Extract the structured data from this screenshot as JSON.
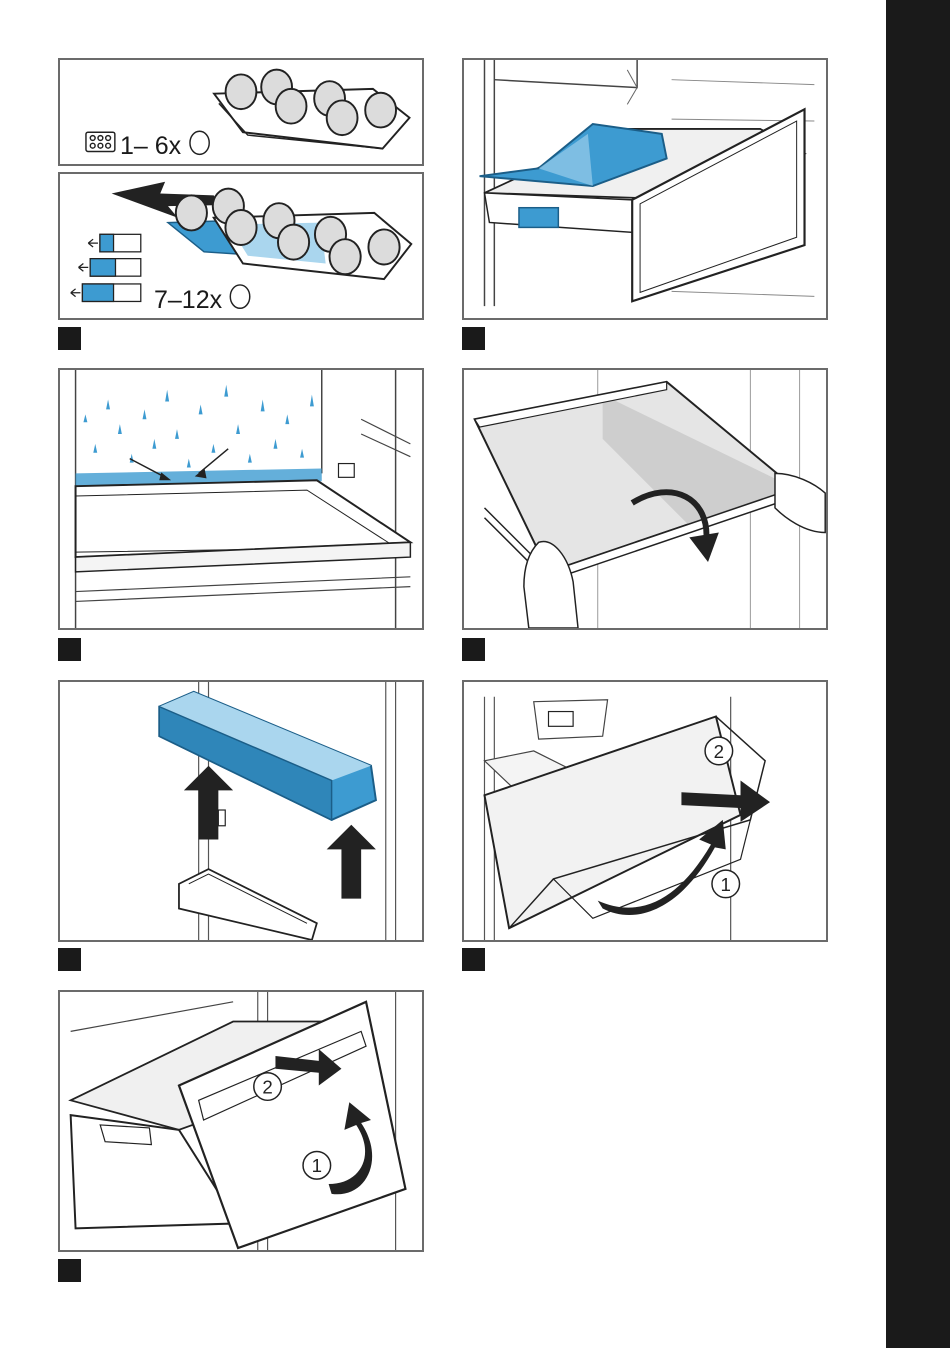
{
  "panels": {
    "eggs_small": {
      "count_label": "1– 6x"
    },
    "eggs_large": {
      "count_label": "7–12x"
    }
  },
  "colors": {
    "accent_blue": "#3d9bd1",
    "accent_blue_light": "#aad6ee",
    "frame_gray": "#6b6b6b",
    "step_marker": "#1a1a1a",
    "sidebar": "#1a1a1a",
    "glass_gray": "#c8c8c8"
  },
  "markers": {
    "badge_1": "1",
    "badge_2": "2"
  }
}
